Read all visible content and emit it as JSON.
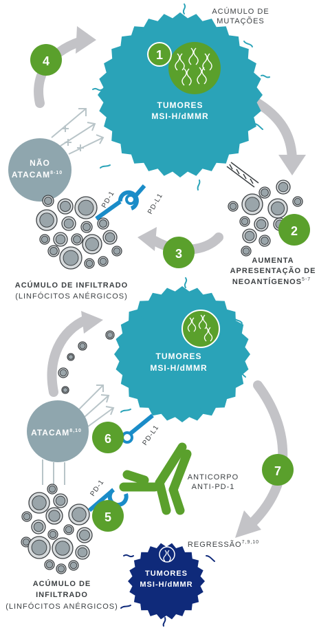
{
  "colors": {
    "tumor": "#2aa3b8",
    "tumor_dark": "#0f2a7a",
    "green": "#5aa02c",
    "grey_blue": "#8fa6ae",
    "receptor_blue": "#1a8cc8",
    "arrow_grey": "#c3c3c7",
    "cell_grey": "#9aa5aa",
    "text": "#3c4043"
  },
  "top": {
    "mutations_label": [
      "ACÚMULO DE",
      "MUTAÇÕES"
    ],
    "tumor_label": [
      "TUMORES",
      "MSI-H/dMMR"
    ],
    "step1": "1",
    "step2": "2",
    "step3": "3",
    "step4": "4",
    "nao_atacam": [
      "NÃO",
      "ATACAM"
    ],
    "nao_atacam_sup": "8-10",
    "pd1": "PD-1",
    "pdl1": "PD-L1",
    "aumenta": [
      "AUMENTA",
      "APRESENTAÇÃO DE",
      "NEOANTÍGENOS"
    ],
    "aumenta_sup": "5-7",
    "acumulo_infiltrado": "ACÚMULO DE INFILTRADO",
    "linfocitos": "(LINFÓCITOS ANÉRGICOS)"
  },
  "bottom": {
    "tumor_label": [
      "TUMORES",
      "MSI-H/dMMR"
    ],
    "atacam": "ATACAM",
    "atacam_sup": "8,10",
    "step5": "5",
    "step6": "6",
    "step7": "7",
    "pd1": "PD-1",
    "pdl1": "PD-L1",
    "anticorpo": [
      "ANTICORPO",
      "ANTI-PD-1"
    ],
    "regressao": "REGRESSÃO",
    "regressao_sup": "7,9,10",
    "small_tumor_label": [
      "TUMORES",
      "MSI-H/dMMR"
    ],
    "acumulo_infiltrado": [
      "ACÚMULO DE",
      "INFILTRADO"
    ],
    "linfocitos": "(LINFÓCITOS ANÉRGICOS)"
  }
}
